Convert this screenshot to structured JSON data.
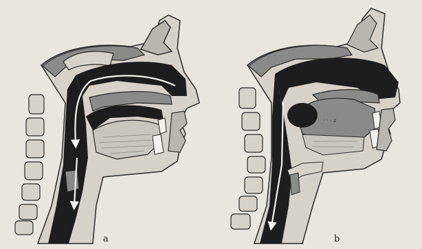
{
  "figure": {
    "colors": {
      "paper": "#e9e6e0",
      "airway": "#1d1d1d",
      "tissue": "#8a8a88",
      "soft_tissue": "#b9b6b0",
      "bone": "#d6d2ca",
      "outline": "#2a2a2a",
      "arrow": "#f4f2ee"
    },
    "panels": [
      {
        "id": "a",
        "label": "a"
      },
      {
        "id": "b",
        "label": "b"
      }
    ]
  }
}
